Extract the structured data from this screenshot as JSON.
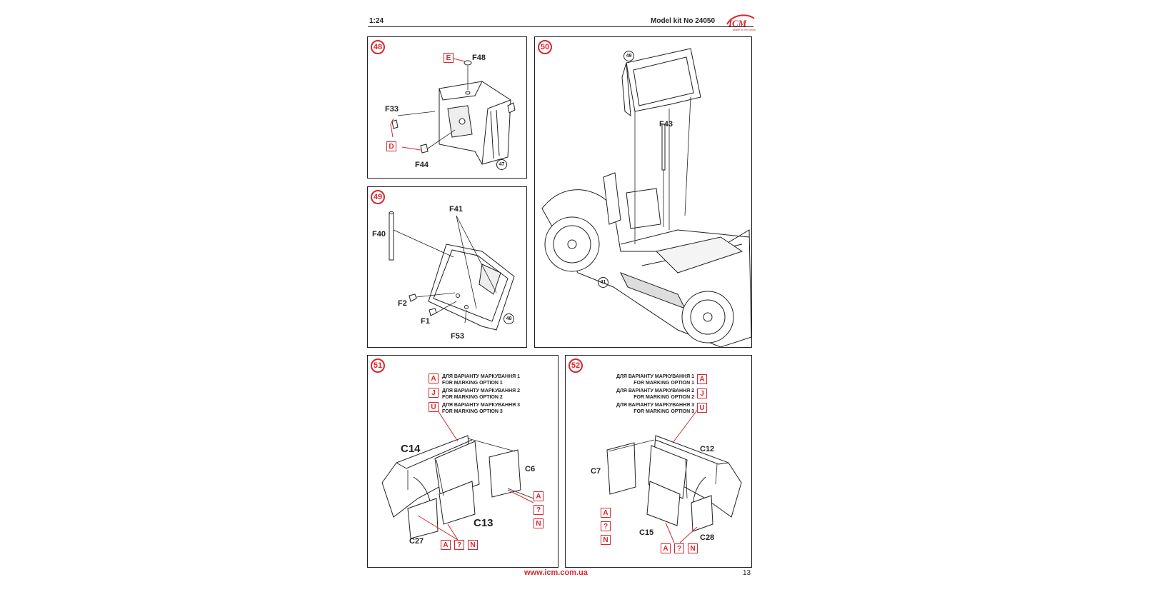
{
  "header": {
    "scale": "1:24",
    "kit": "Model kit No 24050",
    "logo_text": "ICM",
    "logo_tagline": "Made in the World"
  },
  "footer": {
    "url": "www.icm.com.ua",
    "page": "13"
  },
  "colors": {
    "accent": "#d7282f",
    "ink": "#231f20"
  },
  "steps": {
    "s48": {
      "number": "48",
      "parts": {
        "f48": "F48",
        "f33": "F33",
        "f44": "F44"
      },
      "boxes": {
        "e": "E",
        "d": "D"
      },
      "ref": "47"
    },
    "s49": {
      "number": "49",
      "parts": {
        "f41": "F41",
        "f40": "F40",
        "f2": "F2",
        "f1": "F1",
        "f53": "F53"
      },
      "ref": "48"
    },
    "s50": {
      "number": "50",
      "parts": {
        "f43": "F43"
      },
      "refs": {
        "r49": "49",
        "r41": "41"
      }
    },
    "s51": {
      "number": "51",
      "parts": {
        "c14": "C14",
        "c6": "C6",
        "c13": "C13",
        "c27": "C27"
      },
      "options": [
        {
          "box": "A",
          "ua": "ДЛЯ ВАРІАНТУ МАРКУВАННЯ 1",
          "en": "FOR MARKING OPTION 1"
        },
        {
          "box": "J",
          "ua": "ДЛЯ ВАРІАНТУ МАРКУВАННЯ 2",
          "en": "FOR MARKING OPTION 2"
        },
        {
          "box": "U",
          "ua": "ДЛЯ ВАРІАНТУ МАРКУВАННЯ 3",
          "en": "FOR MARKING OPTION 3"
        }
      ],
      "right_boxes": [
        "A",
        "?",
        "N"
      ],
      "bottom_boxes": [
        "A",
        "?",
        "N"
      ]
    },
    "s52": {
      "number": "52",
      "parts": {
        "c12": "C12",
        "c7": "C7",
        "c15": "C15",
        "c28": "C28"
      },
      "options": [
        {
          "box": "A",
          "ua": "ДЛЯ ВАРІАНТУ МАРКУВАННЯ 1",
          "en": "FOR MARKING OPTION 1"
        },
        {
          "box": "J",
          "ua": "ДЛЯ ВАРІАНТУ МАРКУВАННЯ 2",
          "en": "FOR MARKING OPTION 2"
        },
        {
          "box": "U",
          "ua": "ДЛЯ ВАРІАНТУ МАРКУВАННЯ 3",
          "en": "FOR MARKING OPTION 3"
        }
      ],
      "left_boxes": [
        "A",
        "?",
        "N"
      ],
      "bottom_boxes": [
        "A",
        "?",
        "N"
      ]
    }
  }
}
